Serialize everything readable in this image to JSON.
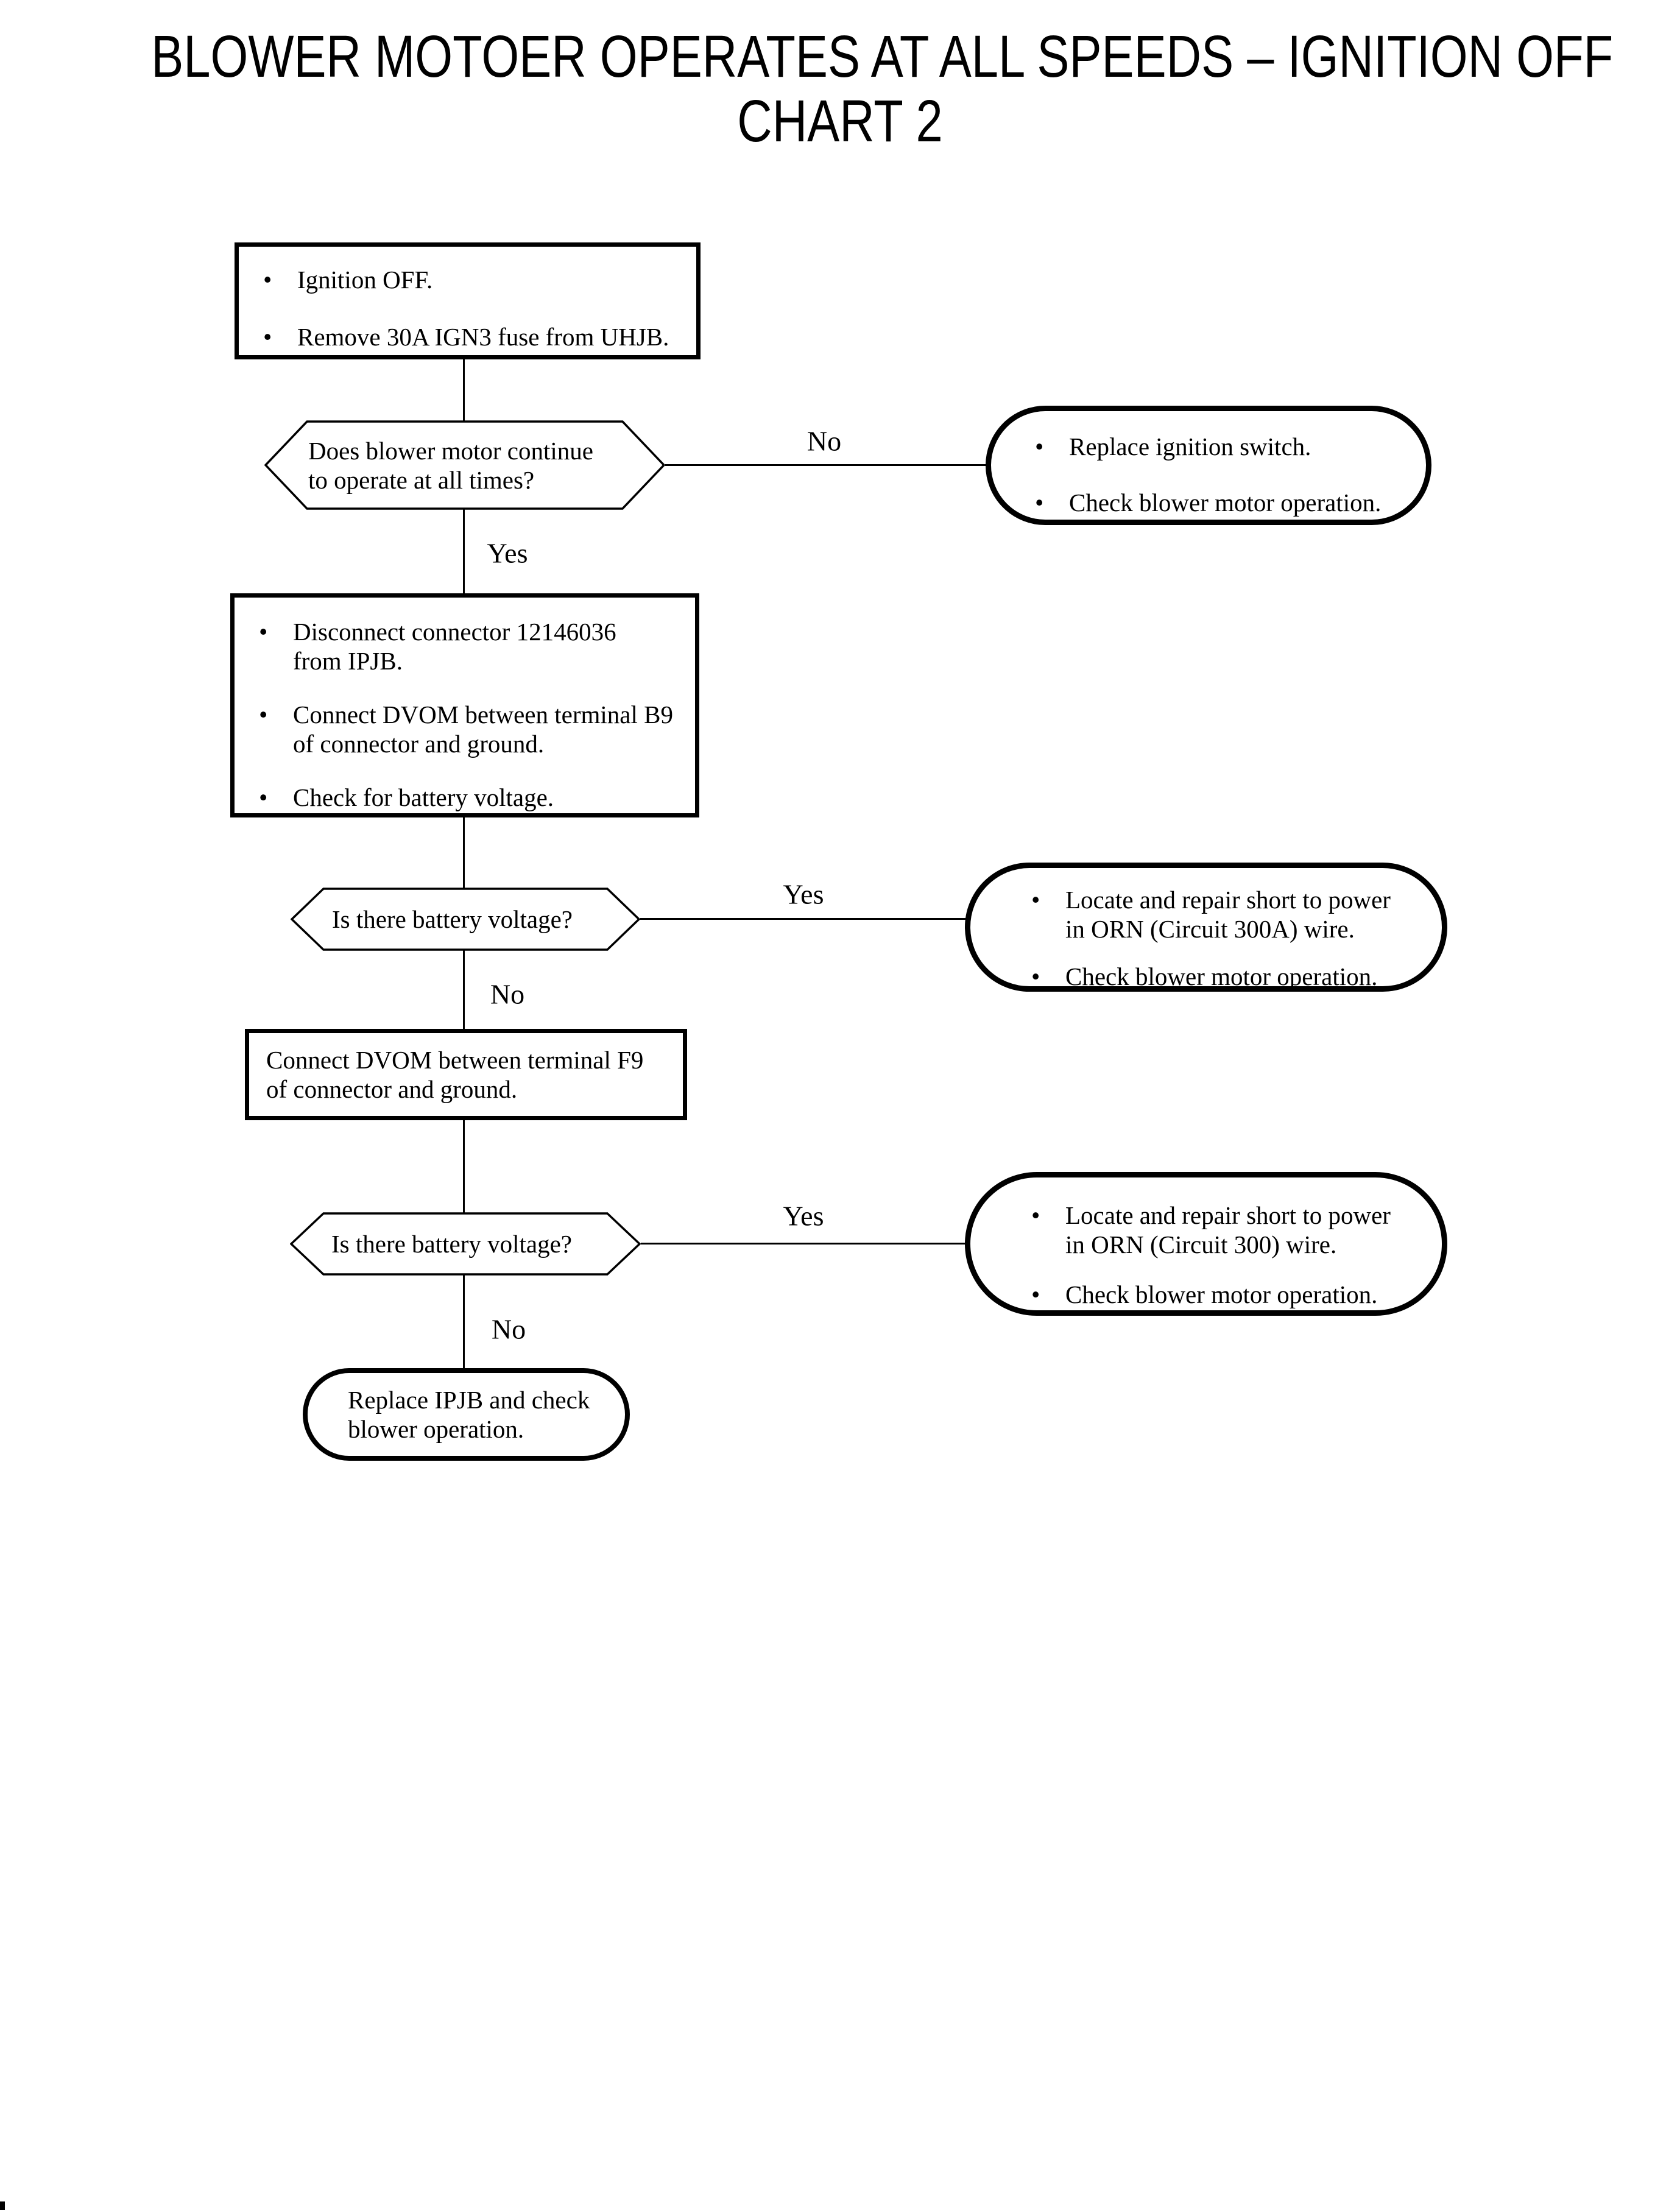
{
  "page": {
    "background": "#ffffff",
    "ink": "#000000"
  },
  "title": {
    "lines": [
      "BLOWER MOTOER OPERATES AT ALL SPEEDS – IGNITION OFF",
      "CHART 2"
    ]
  },
  "bullet": "•",
  "flowchart": {
    "start": {
      "shape": "process",
      "items": [
        [
          "Ignition OFF."
        ],
        [
          "Remove 30A IGN3 fuse from UHJB."
        ]
      ]
    },
    "q1": {
      "shape": "decision",
      "lines": [
        "Does blower motor continue",
        "to operate at all times?"
      ]
    },
    "a1": {
      "shape": "terminal",
      "items": [
        [
          "Replace ignition switch."
        ],
        [
          "Check blower motor operation."
        ]
      ]
    },
    "p2": {
      "shape": "process",
      "items": [
        [
          "Disconnect connector 12146036",
          "from IPJB."
        ],
        [
          "Connect DVOM between terminal B9",
          "of connector and ground."
        ],
        [
          "Check for battery voltage."
        ]
      ]
    },
    "q2": {
      "shape": "decision",
      "lines": [
        "Is there battery voltage?"
      ]
    },
    "a2": {
      "shape": "terminal",
      "items": [
        [
          "Locate and repair short to power",
          "in ORN (Circuit 300A) wire."
        ],
        [
          "Check blower motor operation."
        ]
      ]
    },
    "p3": {
      "shape": "process",
      "lines": [
        "Connect DVOM between terminal F9",
        "of connector and ground."
      ]
    },
    "q3": {
      "shape": "decision",
      "lines": [
        "Is there battery voltage?"
      ]
    },
    "a3": {
      "shape": "terminal",
      "items": [
        [
          "Locate and repair short to power",
          "in ORN (Circuit 300) wire."
        ],
        [
          "Check blower motor operation."
        ]
      ]
    },
    "end": {
      "shape": "terminal",
      "lines": [
        "Replace IPJB and check",
        "blower operation."
      ]
    }
  },
  "labels": {
    "q1_no": "No",
    "q1_yes": "Yes",
    "q2_yes": "Yes",
    "q2_no": "No",
    "q3_yes": "Yes",
    "q3_no": "No"
  }
}
